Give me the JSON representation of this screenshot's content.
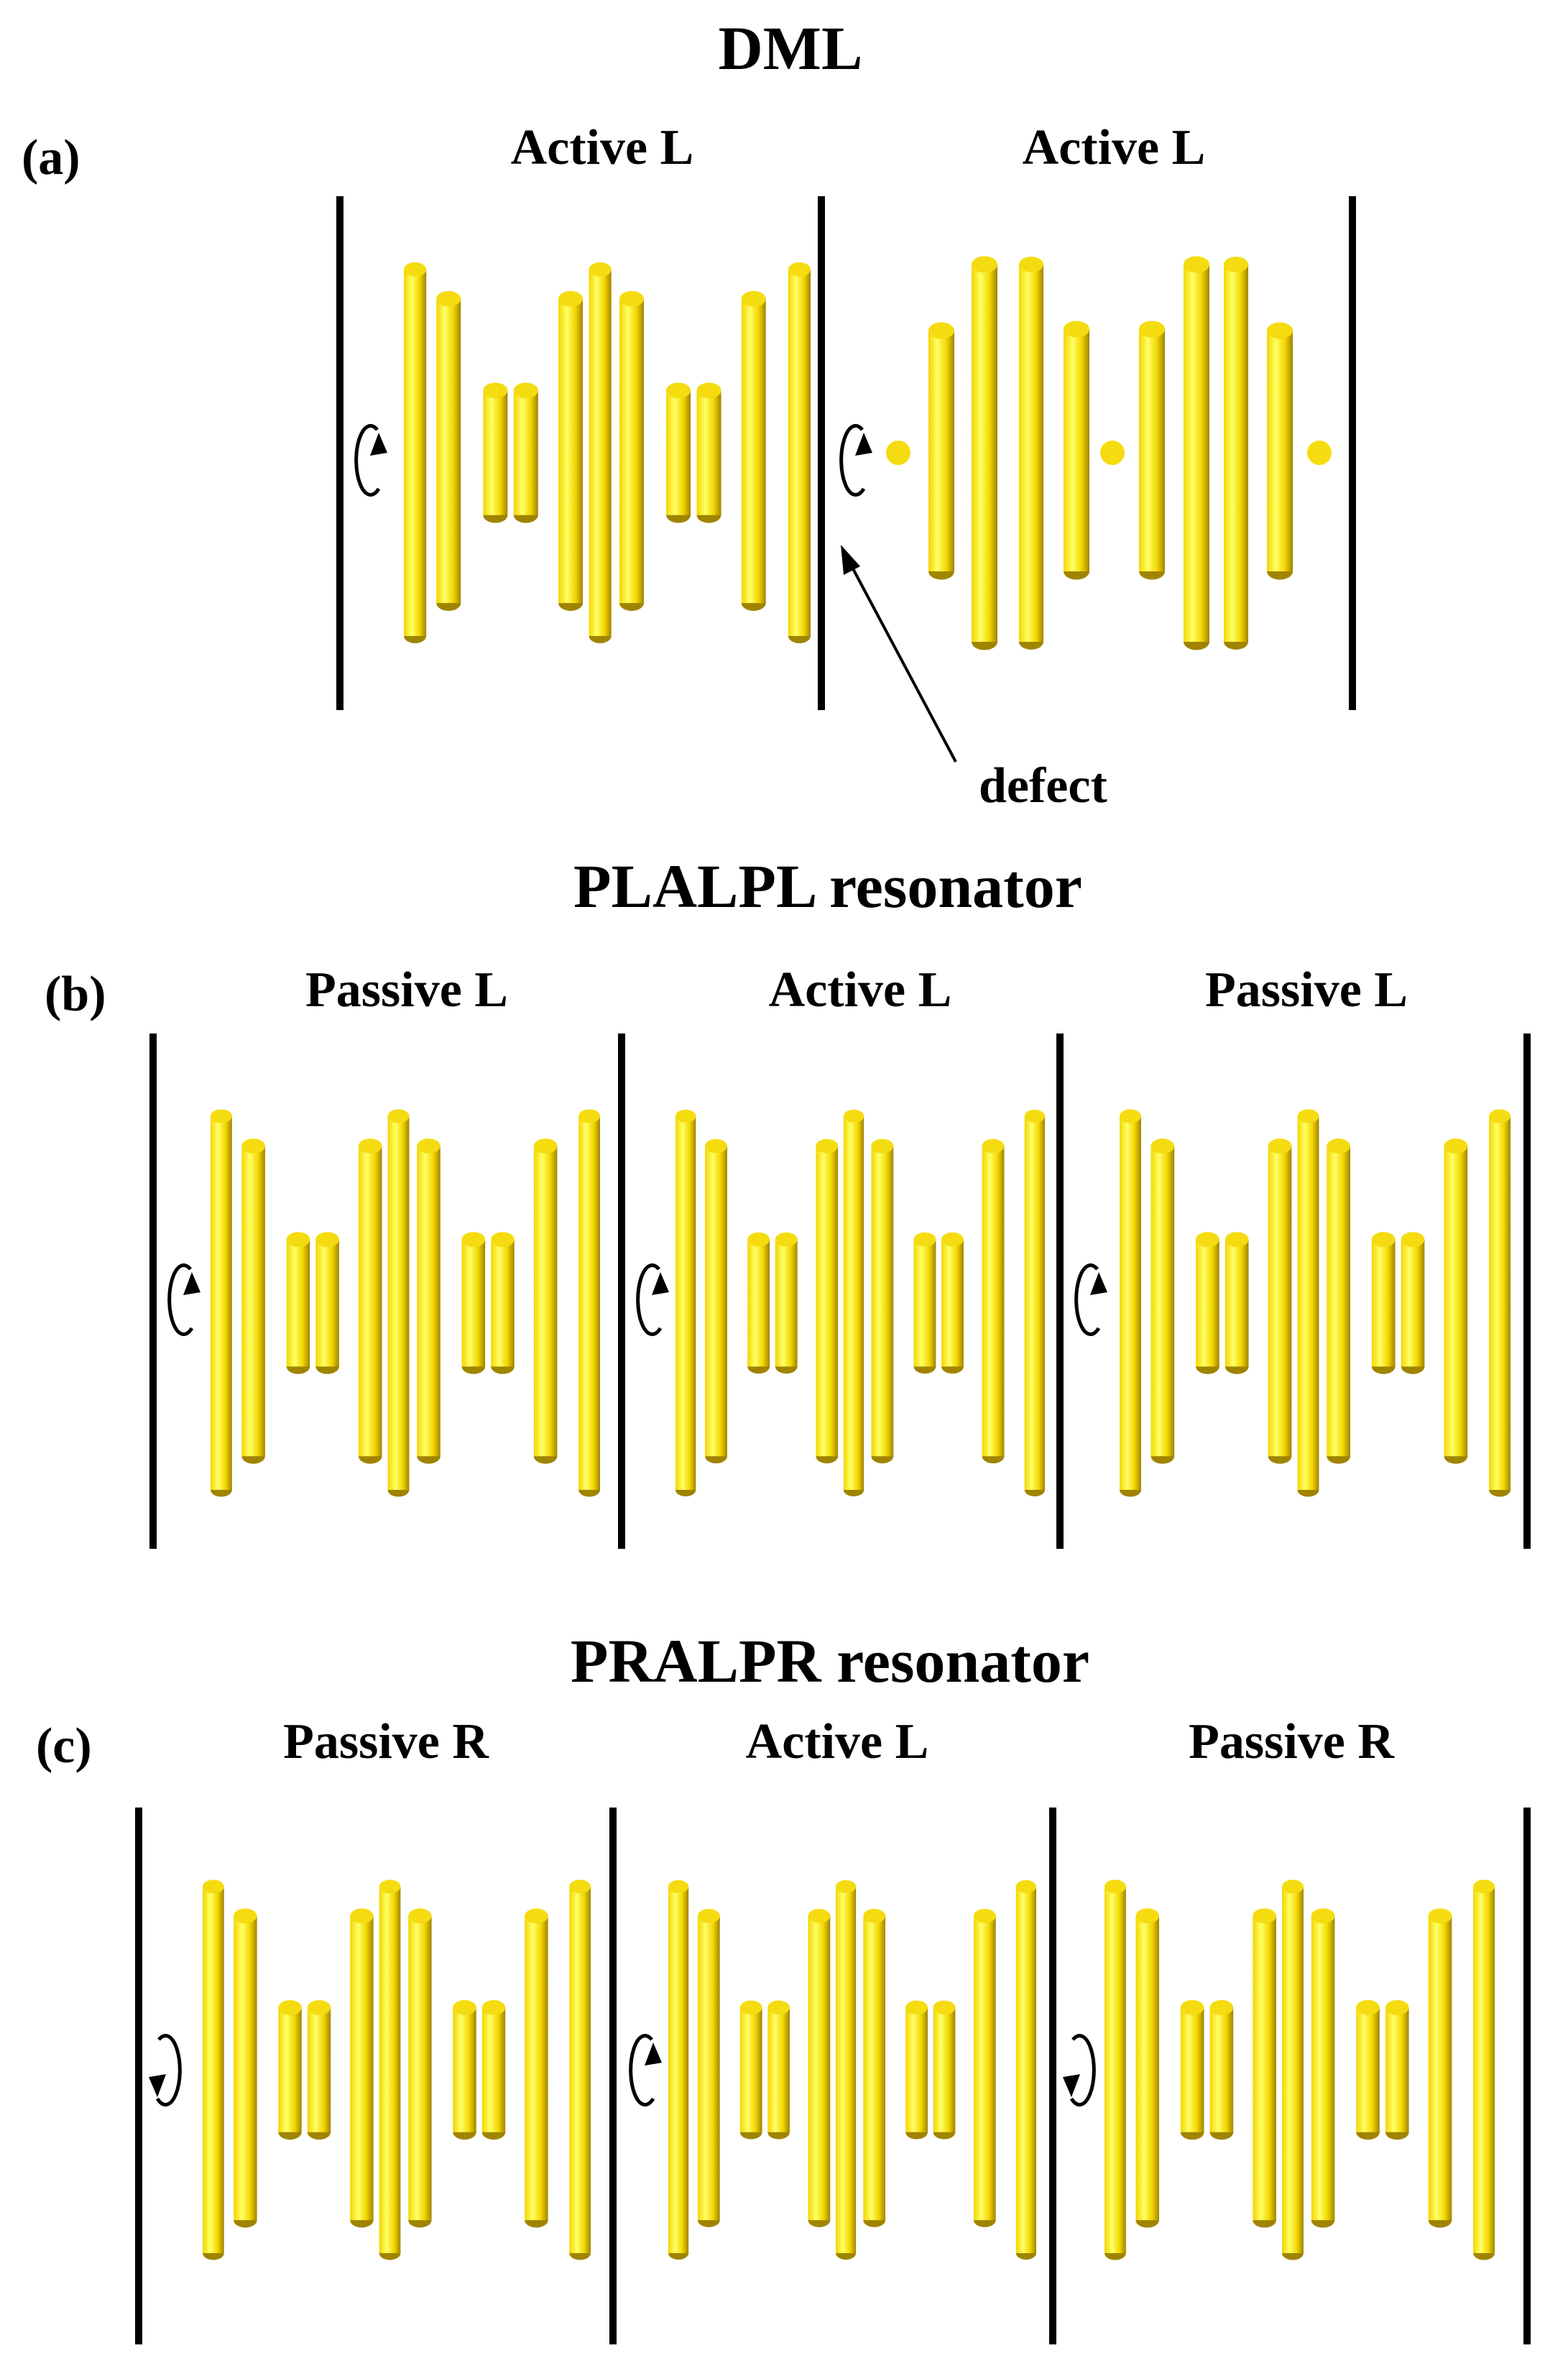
{
  "colors": {
    "rod_light": "#ffff66",
    "rod_mid": "#f2d600",
    "rod_dark": "#a08400",
    "rod_cap": "#f5dc10",
    "line": "#000000"
  },
  "panels": [
    {
      "id": "a",
      "tag": "(a)",
      "title": "DML",
      "layers": [
        {
          "label": "Active L",
          "kind": "active",
          "handedness": "L"
        },
        {
          "label": "Active L",
          "kind": "active",
          "handedness": "L"
        }
      ],
      "annotation": "defect"
    },
    {
      "id": "b",
      "tag": "(b)",
      "title": "PLALPL resonator",
      "layers": [
        {
          "label": "Passive L",
          "kind": "passive",
          "handedness": "L"
        },
        {
          "label": "Active L",
          "kind": "active",
          "handedness": "L"
        },
        {
          "label": "Passive L",
          "kind": "passive",
          "handedness": "L"
        }
      ]
    },
    {
      "id": "c",
      "tag": "(c)",
      "title": "PRALPR resonator",
      "layers": [
        {
          "label": "Passive R",
          "kind": "passive",
          "handedness": "R"
        },
        {
          "label": "Active L",
          "kind": "active",
          "handedness": "L"
        },
        {
          "label": "Passive R",
          "kind": "passive",
          "handedness": "R"
        }
      ]
    }
  ]
}
